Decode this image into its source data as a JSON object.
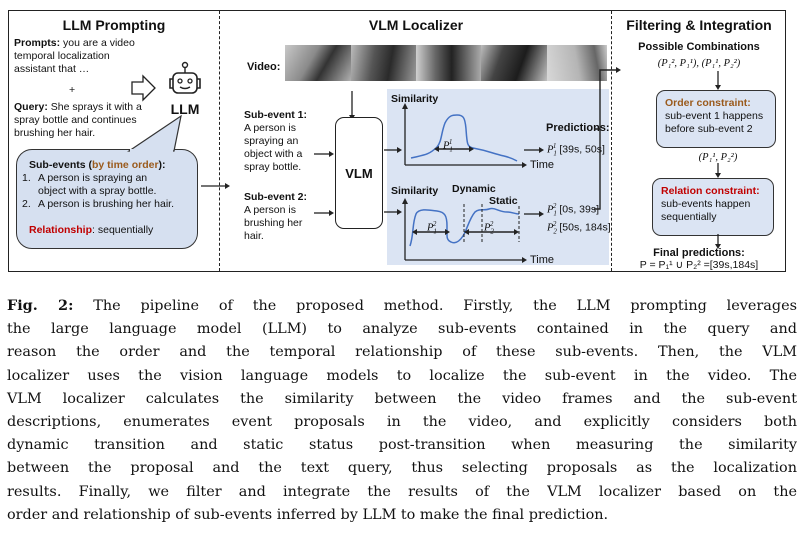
{
  "figure": {
    "llm_prompting": {
      "title": "LLM Prompting",
      "prompts_label": "Prompts:",
      "prompts_text": " you are a video temporal localization assistant that …",
      "plus": "+",
      "query_label": "Query:",
      "query_text": " She sprays it with a spray bottle and continues brushing her hair.",
      "llm_label": "LLM",
      "robot_icon": "robot-icon",
      "subevents_label": "Sub-events (",
      "subevents_order": "by time order",
      "subevents_close": "):",
      "subevents": [
        {
          "num": "1.",
          "text": "A person is spraying an object with a spray bottle."
        },
        {
          "num": "2.",
          "text": "A person is brushing her hair."
        }
      ],
      "relationship_label": "Relationship",
      "relationship_text": ": sequentially"
    },
    "vlm_localizer": {
      "title": "VLM Localizer",
      "video_label": "Video:",
      "subevent1_label": "Sub-event 1:",
      "subevent1_text": "A person is spraying an object with a spray bottle.",
      "subevent2_label": "Sub-event 2:",
      "subevent2_text": "A person is brushing her hair.",
      "vlm_label": "VLM",
      "plot1": {
        "ylabel": "Similarity",
        "xlabel": "Time",
        "proposal": "P",
        "proposal_sub": "1",
        "proposal_sup": "1"
      },
      "plot2": {
        "ylabel": "Similarity",
        "xlabel": "Time",
        "dynamic": "Dynamic",
        "static": "Static",
        "proposal_a": "P",
        "proposal_a_sub": "1",
        "proposal_a_sup": "2",
        "proposal_b": "P",
        "proposal_b_sub": "2",
        "proposal_b_sup": "2"
      },
      "predictions_label": "Predictions:",
      "predictions": [
        {
          "p": "P",
          "sub": "1",
          "sup": "1",
          "range": "[39s, 50s]"
        },
        {
          "p": "P",
          "sub": "1",
          "sup": "2",
          "range": "[0s, 39s]"
        },
        {
          "p": "P",
          "sub": "2",
          "sup": "2",
          "range": "[50s, 184s]"
        }
      ]
    },
    "filtering": {
      "title": "Filtering & Integration",
      "possible_label": "Possible Combinations",
      "combinations": "(P₁², P₁¹), (P₁¹, P₂²)",
      "order_title": "Order constraint:",
      "order_text": "sub-event 1 happens before sub-event 2",
      "filtered": "(P₁¹, P₂²)",
      "relation_title": "Relation constraint:",
      "relation_text": "sub-events happen sequentially",
      "final_label": "Final predictions:",
      "final_formula": "P = P₁¹ ∪ P₂² =[39s,184s]"
    }
  },
  "caption": {
    "label": "Fig. 2:",
    "lines": [
      " The pipeline of the proposed method. Firstly, the LLM prompting leverages",
      "the large language model (LLM) to analyze sub-events contained in the query and",
      "reason the order and the temporal relationship of these sub-events. Then, the VLM",
      "localizer uses the vision language models to localize the sub-event in the video. The",
      "VLM localizer calculates the similarity between the video frames and the sub-event",
      "descriptions, enumerates event proposals in the video, and explicitly considers both",
      "dynamic transition and static status post-transition when measuring the similarity",
      "between the proposal and the text query, thus selecting proposals as the localization",
      "results. Finally, we filter and integrate the results of the VLM localizer based on the",
      "order and relationship of sub-events inferred by LLM to make the final prediction."
    ]
  }
}
